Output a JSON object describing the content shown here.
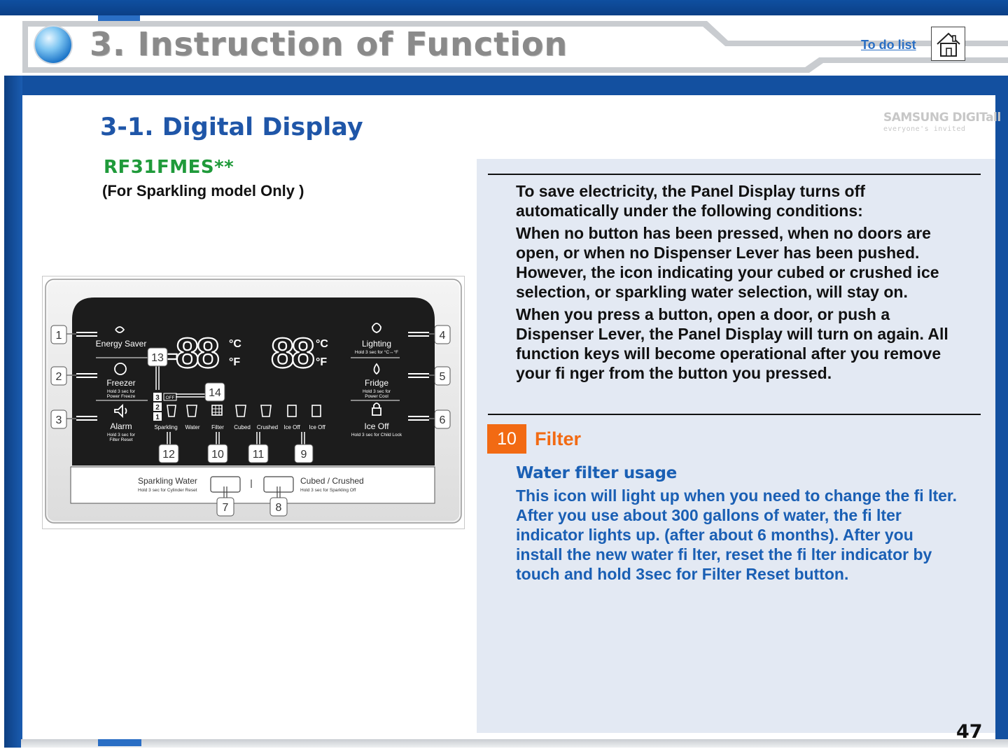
{
  "header": {
    "title": "3. Instruction of Function",
    "todo_link": "To do list",
    "home_icon": "home-icon"
  },
  "brand": {
    "logo_word": "SAMSUNG DIGITall",
    "logo_tagline": "everyone's invited"
  },
  "section": {
    "title": "3-1. Digital Display",
    "model": "RF31FMES**",
    "model_note": "(For Sparkling model Only )"
  },
  "display_panel": {
    "callouts": [
      "1",
      "2",
      "3",
      "4",
      "5",
      "6",
      "7",
      "8",
      "9",
      "10",
      "11",
      "12",
      "13",
      "14"
    ],
    "left_buttons": [
      {
        "label": "Energy Saver",
        "sub": ""
      },
      {
        "label": "Freezer",
        "sub1": "Hold 3 sec for",
        "sub2": "Power Freeze"
      },
      {
        "label": "Alarm",
        "sub1": "Hold 3 sec for",
        "sub2": "Filter Reset"
      }
    ],
    "right_buttons": [
      {
        "label": "Lighting",
        "sub1": "Hold 3 sec for °C↔°F"
      },
      {
        "label": "Fridge",
        "sub1": "Hold 3 sec for",
        "sub2": "Power Cool"
      },
      {
        "label": "Ice Off",
        "sub1": "Hold 3 sec for Child Lock"
      }
    ],
    "temperature_readouts": [
      "-88",
      "88"
    ],
    "units": {
      "celsius": "°C",
      "fahrenheit": "°F"
    },
    "level_numbers": [
      "3",
      "2",
      "1"
    ],
    "off_tag": "OFF",
    "icon_row_labels": [
      "Sparkling",
      "Water",
      "Filter",
      "Cubed",
      "Crushed",
      "Ice Off",
      "Ice Off"
    ],
    "dispenser": {
      "left_label": "Sparkling Water",
      "left_sub": "Hold 3 sec for Cylinder Reset",
      "right_label": "Cubed / Crushed",
      "right_sub": "Hold 3 sec for Sparkling Off"
    }
  },
  "info": {
    "para1": [
      "To save electricity, the Panel Display turns off",
      "automatically under the following conditions:"
    ],
    "para2": [
      "When no button has been pressed, when no doors are",
      "open, or when no Dispenser Lever has been pushed.",
      "However, the icon indicating your cubed or crushed ice",
      "selection, or sparkling water selection, will stay on."
    ],
    "para3": [
      "When you press a button, open a door, or push a",
      "Dispenser Lever, the Panel Display will turn on again. All",
      "function keys will become operational after you remove",
      "your fi nger from the button you pressed."
    ]
  },
  "feature": {
    "number": "10",
    "name": "Filter",
    "usage_title": "Water filter usage",
    "usage_lines": [
      "This icon will light up when you need to change the fi lter.",
      "After you use about 300 gallons of water, the fi lter",
      "indicator lights up. (after about 6 months). After you",
      "install the new water fi lter, reset the fi lter indicator by",
      "touch and hold 3sec for Filter Reset button."
    ]
  },
  "colors": {
    "frame_blue": "#1350a0",
    "title_blue": "#1f56a8",
    "model_green": "#1f9a3a",
    "accent_orange": "#f26a13",
    "panel_bg": "#e3e9f3",
    "usage_blue": "#1a5fb4"
  },
  "page_number": "47"
}
